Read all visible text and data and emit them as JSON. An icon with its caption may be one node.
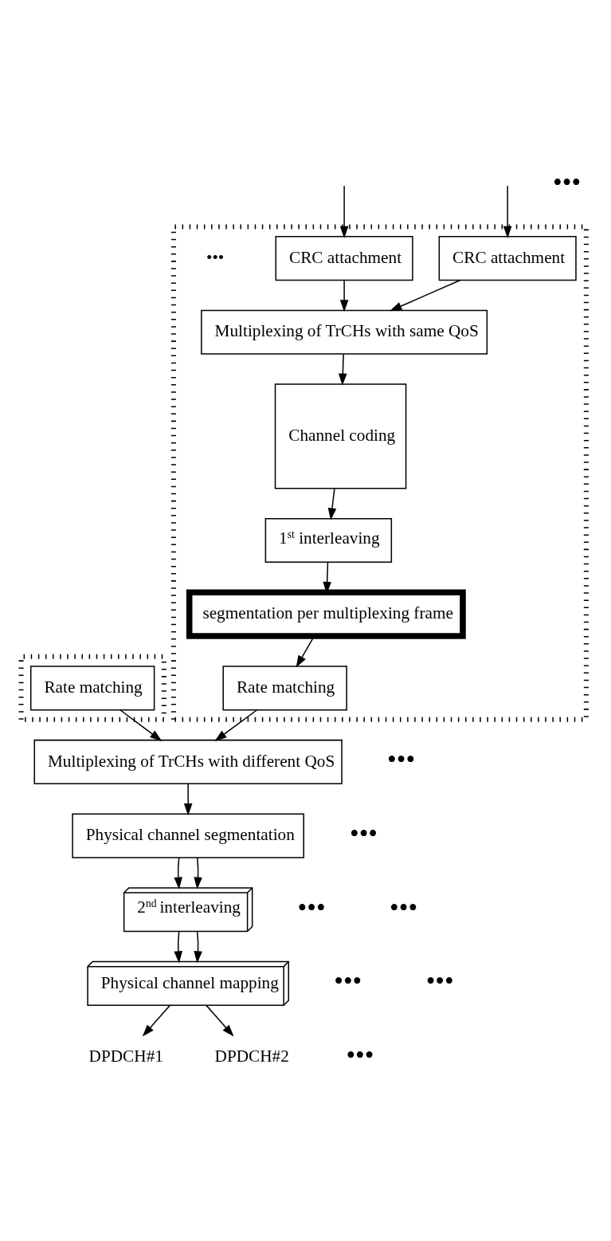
{
  "diagram": {
    "nodes": [
      {
        "text": [],
        "shape": "box"
      },
      {
        "text": [
          "CRC attachment"
        ],
        "in": 0
      },
      {
        "text": [
          "CRC attachment"
        ],
        "in": 0
      },
      {
        "text": [
          "Multiplexing of TrCHs with same QoS"
        ],
        "in": 0
      },
      {
        "text": [
          "Channel coding"
        ],
        "in": 0
      },
      {
        "text": [
          "1$^{st}$ interleaving"
        ],
        "in": 0
      },
      {
        "text": [
          "segmentation per multiplexing frame"
        ],
        "in": 0
      },
      {
        "text": [
          "Rate matching"
        ],
        "in": 0
      },
      {
        "text": [],
        "shape": "box"
      },
      {
        "text": [
          "Rate matching"
        ],
        "in": 8
      },
      {
        "text": [
          "Multiplexing of TrCHs with different QoS"
        ]
      },
      {
        "text": [
          "Physical channel segmentation"
        ]
      },
      {
        "text": [
          "2$^{nd}$ interleaving"
        ]
      },
      {
        "text": [
          "Physical channel mapping"
        ]
      },
      {
        "text": [
          "DPDCH#1"
        ]
      },
      {
        "text": [
          "DPDCH#2"
        ]
      }
    ],
    "edges": [
      {
        "from": null,
        "to": 1,
        "arrow": "to"
      },
      {
        "from": null,
        "to": 2,
        "arrow": "to"
      },
      {
        "from": 1,
        "to": 3,
        "arrow": "to"
      },
      {
        "from": 2,
        "to": 3,
        "arrow": "to"
      },
      {
        "from": 3,
        "to": 4,
        "arrow": "to"
      },
      {
        "from": 4,
        "to": 5,
        "arrow": "to"
      },
      {
        "from": 5,
        "to": 6,
        "arrow": "to"
      },
      {
        "from": 6,
        "to": 7,
        "arrow": "to"
      },
      {
        "from": 7,
        "to": 10,
        "arrow": "to"
      },
      {
        "from": 9,
        "to": 10,
        "arrow": "to"
      },
      {
        "from": 10,
        "to": 11,
        "arrow": "to"
      },
      {
        "from": 11,
        "to": 12,
        "arrow": "to"
      },
      {
        "from": 11,
        "to": 12,
        "arrow": "to"
      },
      {
        "from": 12,
        "to": 13,
        "arrow": "to"
      },
      {
        "from": 12,
        "to": 13,
        "arrow": "to"
      },
      {
        "from": 13,
        "to": 14,
        "arrow": "to"
      },
      {
        "from": 13,
        "to": 15,
        "arrow": "to"
      }
    ],
    "labels": [
      "•••",
      "•••",
      "•••",
      "•••",
      "•••",
      "•••",
      "•••",
      "•••",
      "•••"
    ]
  }
}
